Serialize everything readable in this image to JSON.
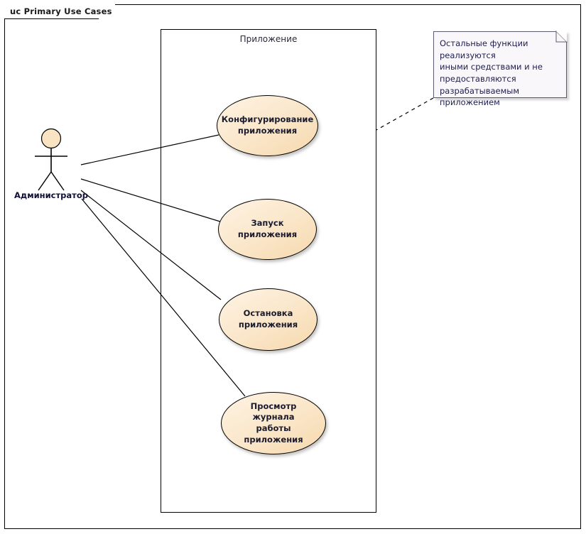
{
  "diagram": {
    "frame_label": "uc Primary Use Cases",
    "boundary_label": "Приложение",
    "actor": {
      "name": "Администратор",
      "icon": "actor-stick-figure"
    },
    "use_cases": [
      {
        "id": "configure",
        "label": "Конфигурирование\nприложения"
      },
      {
        "id": "start",
        "label": "Запуск приложения"
      },
      {
        "id": "stop",
        "label": "Остановка\nприложения"
      },
      {
        "id": "viewlog",
        "label": "Просмотр журнала\nработы приложения"
      }
    ],
    "note": {
      "text": "Остальные функции реализуются\nиными средствами и не\nпредоставляются\nразрабатываемым приложением",
      "icon": "note-folded-corner"
    },
    "associations": [
      {
        "from": "Администратор",
        "to": "Конфигурирование приложения"
      },
      {
        "from": "Администратор",
        "to": "Запуск приложения"
      },
      {
        "from": "Администратор",
        "to": "Остановка приложения"
      },
      {
        "from": "Администратор",
        "to": "Просмотр журнала работы приложения"
      }
    ],
    "note_anchor": {
      "from": "Остальные функции реализуются...",
      "to": "Приложение",
      "style": "dashed"
    },
    "colors": {
      "usecase_fill_light": "#fdf3e3",
      "usecase_fill_dark": "#f6d9ae",
      "usecase_border": "#000000",
      "note_fill": "#faf7fb",
      "note_border": "#5c5c6e",
      "text": "#1b1b2e",
      "line": "#000000"
    }
  }
}
